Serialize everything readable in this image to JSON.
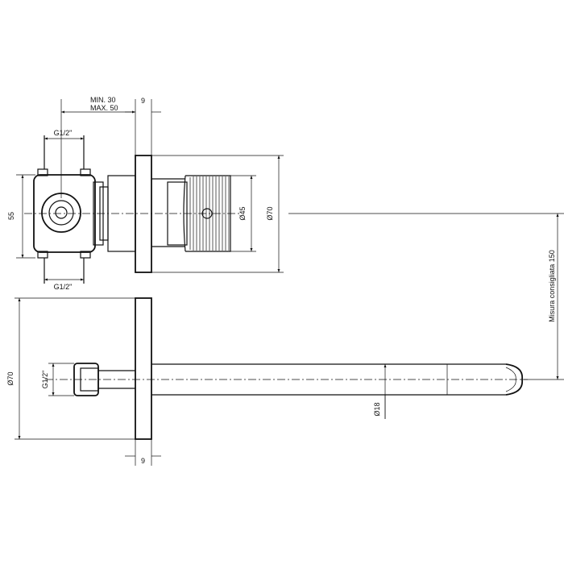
{
  "labels": {
    "min": "MIN. 30",
    "max": "MAX. 50",
    "wall_top": "9",
    "wall_bottom": "9",
    "thread_top_upper": "G1/2\"",
    "thread_top_lower": "G1/2\"",
    "thread_side": "G1/2\"",
    "height_body": "55",
    "dia_knob": "Ø45",
    "dia_plate_top": "Ø70",
    "dia_plate_bottom": "Ø70",
    "dia_spout": "Ø18",
    "recommended": "Misura consigliata 150"
  }
}
